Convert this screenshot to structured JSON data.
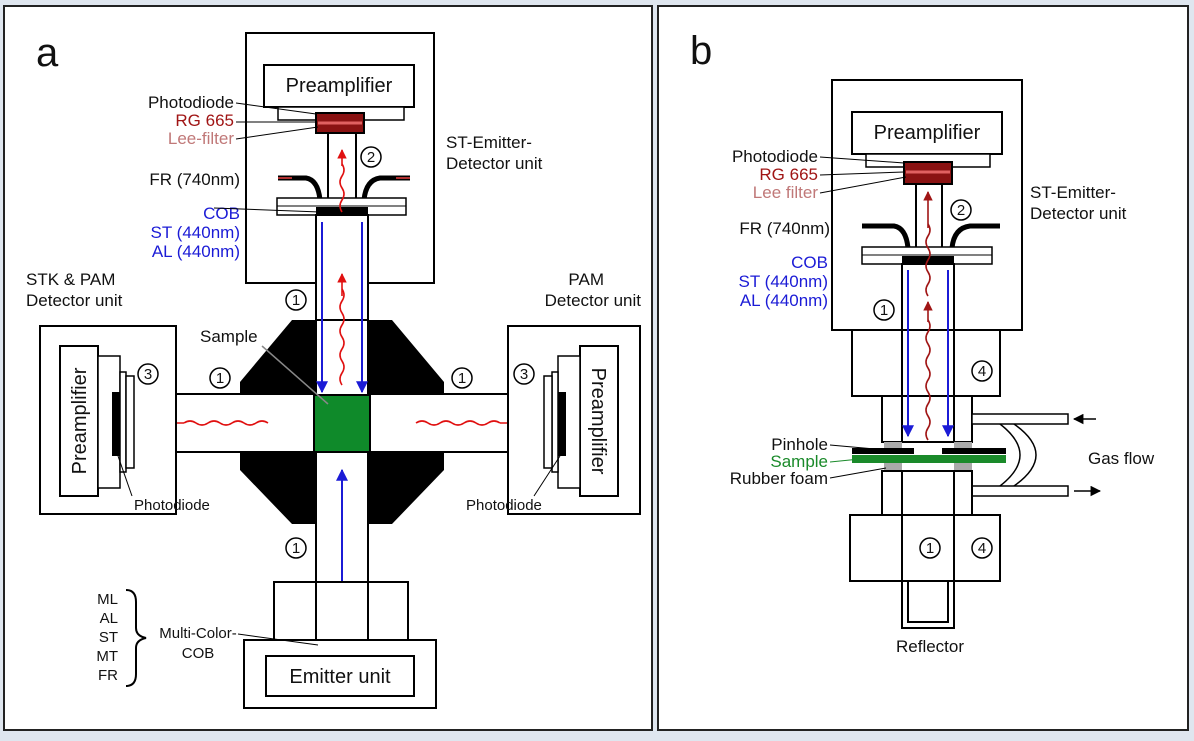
{
  "panel_a": {
    "letter": "a",
    "preamp_top": "Preamplifier",
    "photodiode": "Photodiode",
    "rg665": "RG 665",
    "lee_filter": "Lee-filter",
    "st_emitter_1": "ST-Emitter-",
    "st_emitter_2": "Detector unit",
    "fr": "FR (740nm)",
    "cob": "COB",
    "st": "ST (440nm)",
    "al": "AL (440nm)",
    "stk_1": "STK & PAM",
    "stk_2": "Detector unit",
    "pam_1": "PAM",
    "pam_2": "Detector unit",
    "sample": "Sample",
    "preamp_left": "Preamplifier",
    "preamp_right": "Preamplifier",
    "photodiode_left": "Photodiode",
    "photodiode_right": "Photodiode",
    "ml": "ML",
    "al2": "AL",
    "st2": "ST",
    "mt": "MT",
    "fr2": "FR",
    "multicolor_1": "Multi-Color-",
    "multicolor_2": "COB",
    "emitter_unit": "Emitter unit",
    "n1": "1",
    "n2": "2",
    "n3": "3"
  },
  "panel_b": {
    "letter": "b",
    "preamp": "Preamplifier",
    "photodiode": "Photodiode",
    "rg665": "RG 665",
    "lee_filter": "Lee filter",
    "st_emitter_1": "ST-Emitter-",
    "st_emitter_2": "Detector unit",
    "fr": "FR (740nm)",
    "cob": "COB",
    "st": "ST (440nm)",
    "al": "AL (440nm)",
    "pinhole": "Pinhole",
    "sample": "Sample",
    "rubber_foam": "Rubber foam",
    "gas_flow": "Gas flow",
    "reflector": "Reflector",
    "n1": "1",
    "n2": "2",
    "n4": "4"
  },
  "colors": {
    "blue": "#1b1bd6",
    "red": "#e01010",
    "dark_red": "#a01515",
    "green": "#1a8a2a",
    "black": "#000000"
  }
}
